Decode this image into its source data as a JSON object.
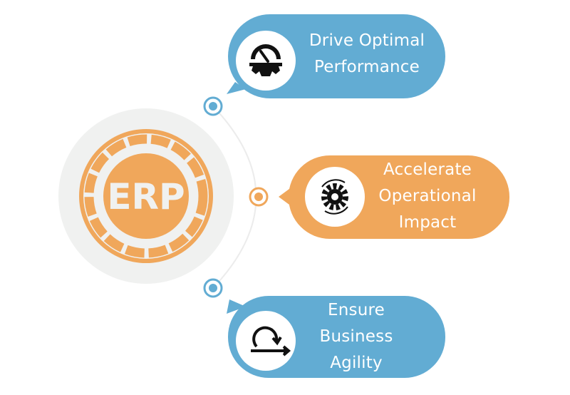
{
  "center": {
    "logo_text": "ERP"
  },
  "colors": {
    "blue": "#62acd3",
    "orange": "#f0a75b",
    "circle_bg": "#f0f1f0",
    "icon": "#111111"
  },
  "items": [
    {
      "lines": [
        "Drive Optimal",
        "Performance"
      ],
      "icon": "gauge-gear-icon",
      "color": "blue"
    },
    {
      "lines": [
        "Accelerate",
        "Operational",
        "Impact"
      ],
      "icon": "gear-cycle-icon",
      "color": "orange"
    },
    {
      "lines": [
        "Ensure",
        "Business",
        "Agility"
      ],
      "icon": "agile-loop-icon",
      "color": "blue"
    }
  ]
}
